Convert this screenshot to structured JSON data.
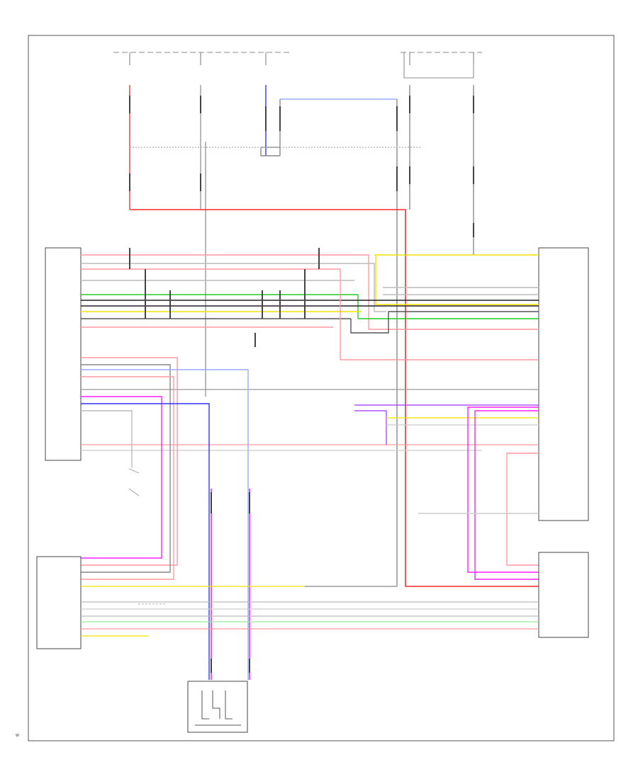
{
  "diagram": {
    "type": "wiring-diagram",
    "page_ref": "W",
    "colors": {
      "red": "#ff2a2a",
      "pink": "#ff9aa0",
      "green": "#22cc22",
      "light_green": "#9be89b",
      "yellow": "#f2e000",
      "blue": "#3030ff",
      "light_blue": "#9aa8ff",
      "magenta": "#ff20ff",
      "black": "#222222",
      "gray": "#888888",
      "light_gray": "#bbbbbb",
      "frame": "#555555"
    },
    "components": [
      {
        "id": "left-ecu",
        "label_lines": [
          "",
          "",
          ""
        ]
      },
      {
        "id": "right-ecu",
        "label_lines": [
          ""
        ]
      },
      {
        "id": "stereo-unit",
        "label_lines": [
          "",
          "",
          ""
        ]
      },
      {
        "id": "bottom-right-unit",
        "label_lines": [
          ""
        ]
      },
      {
        "id": "speaker",
        "label_lines": [
          "",
          "",
          ""
        ]
      }
    ]
  }
}
